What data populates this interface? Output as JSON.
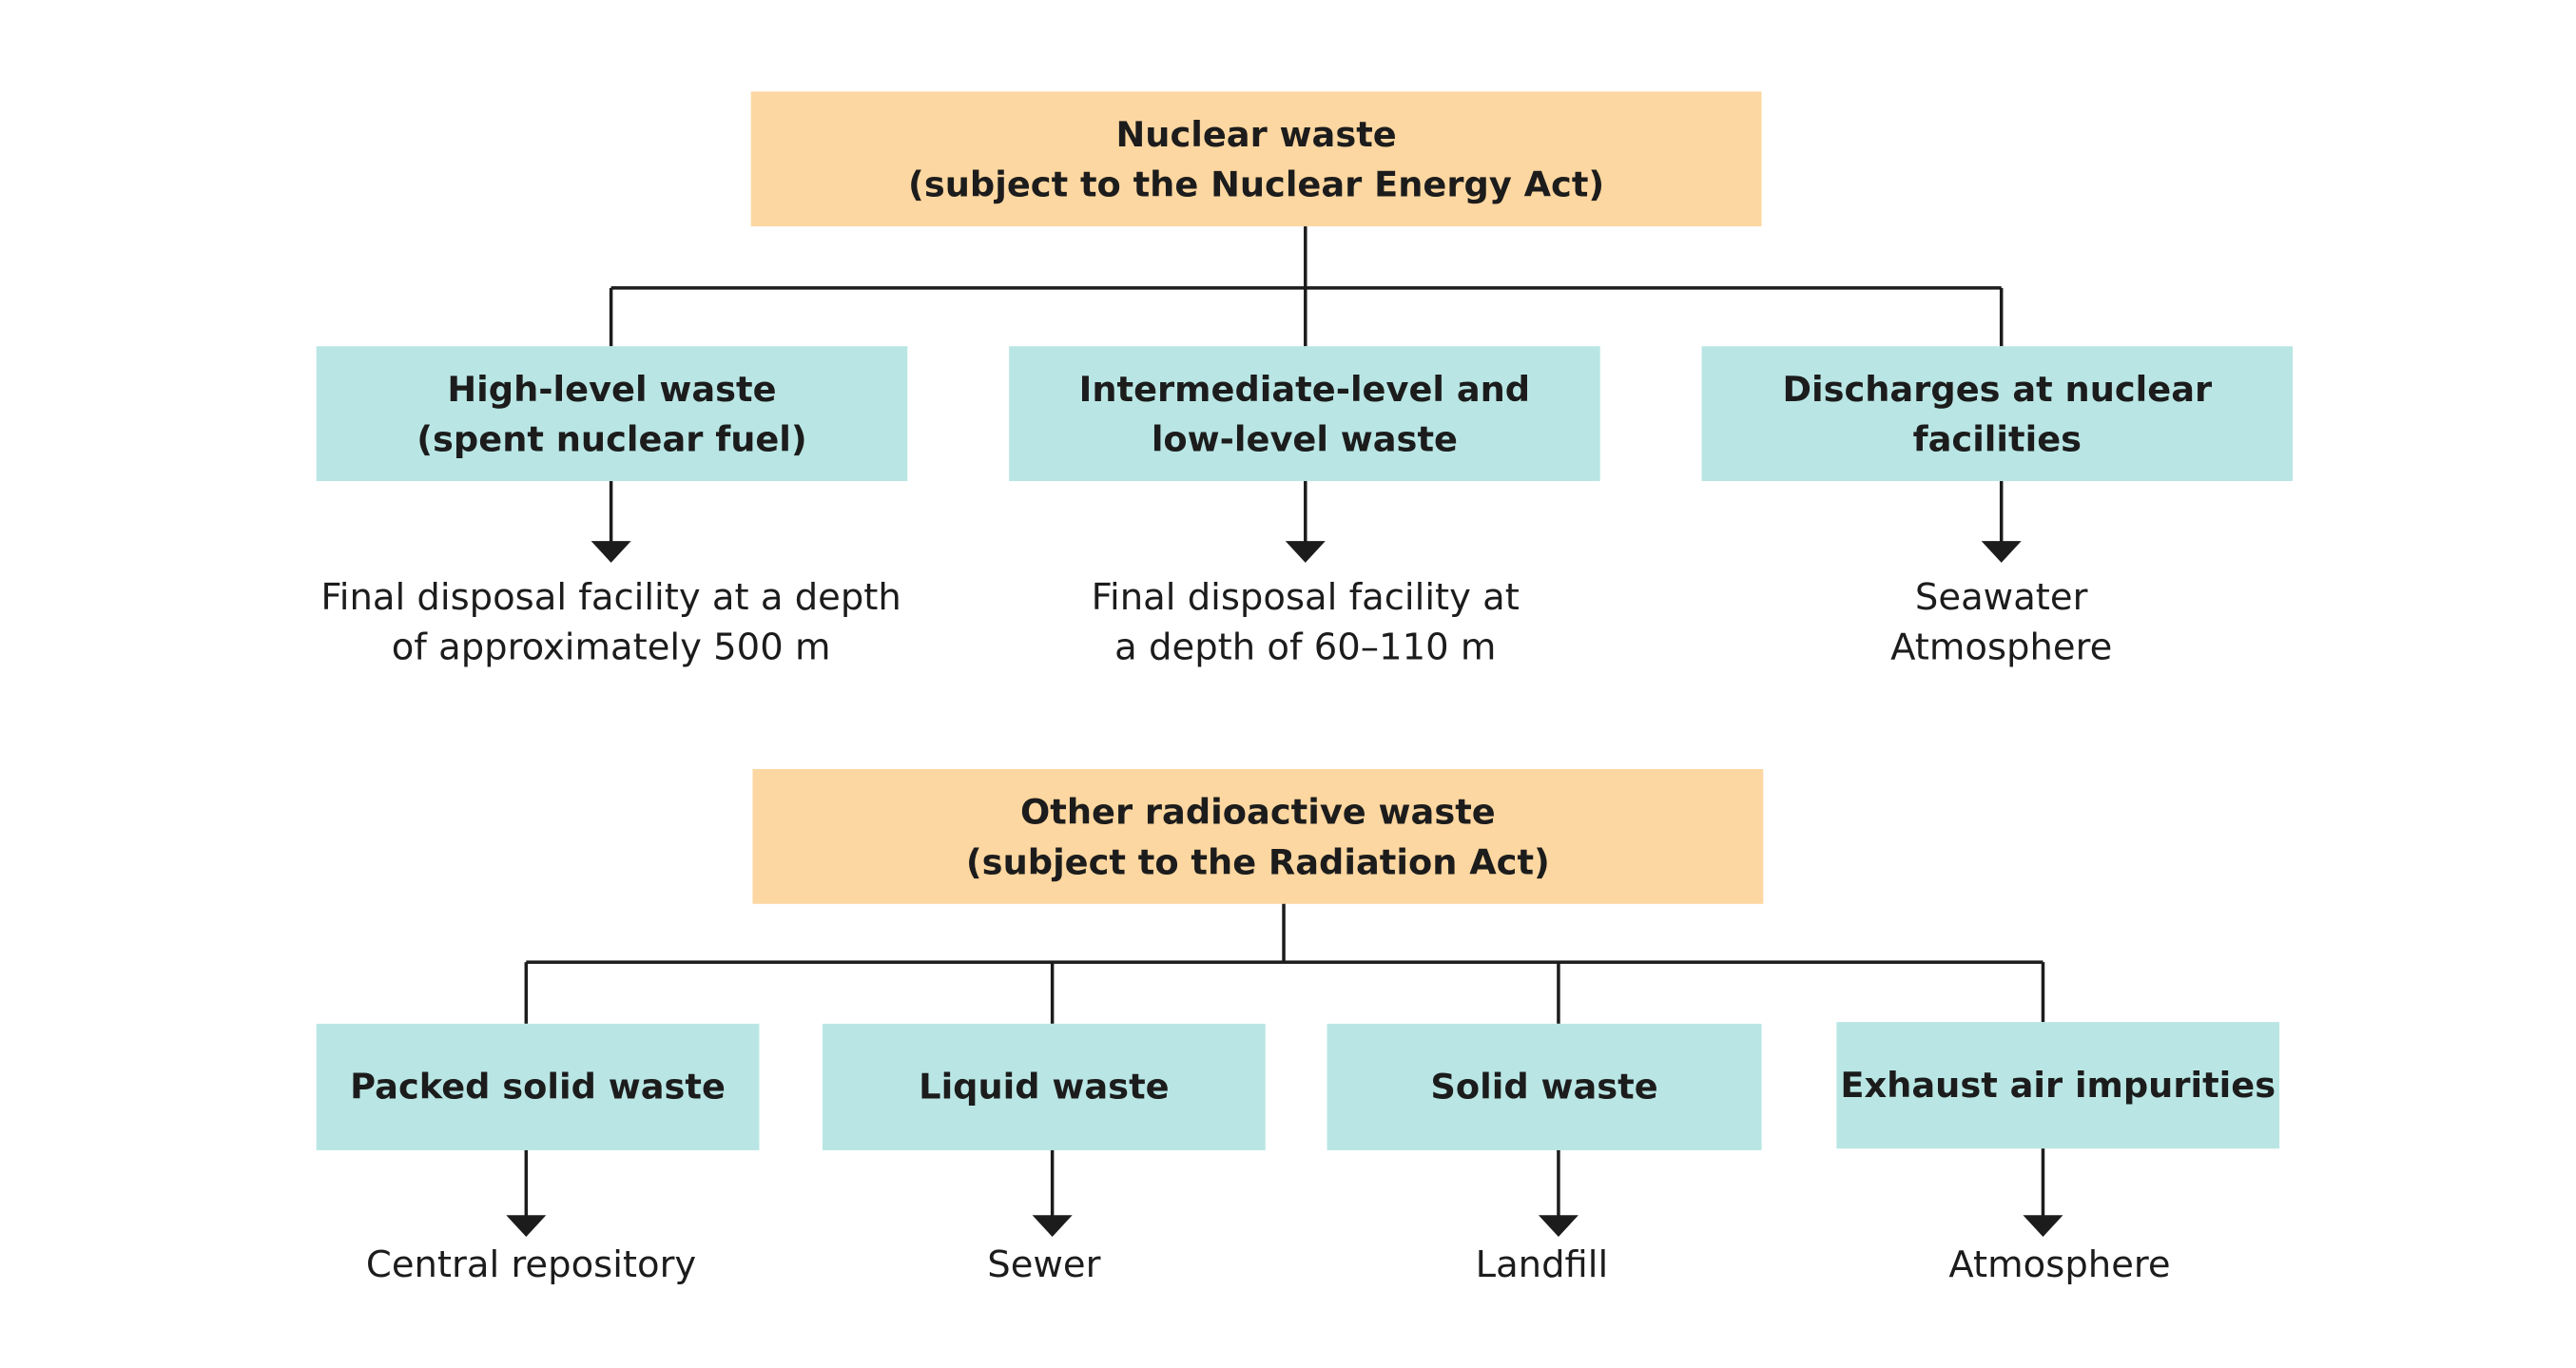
{
  "nuclear": {
    "root": "Nuclear waste\n(subject to the Nuclear Energy Act)",
    "categories": [
      {
        "label": "High-level waste\n(spent nuclear fuel)",
        "destination": "Final disposal facility at a depth\nof approximately 500 m"
      },
      {
        "label": "Intermediate-level and\nlow-level waste",
        "destination": "Final disposal facility at\na depth of 60–110 m"
      },
      {
        "label": "Discharges at nuclear facilities",
        "destination": "Seawater\nAtmosphere"
      }
    ]
  },
  "radiation": {
    "root": "Other radioactive waste\n(subject to the Radiation Act)",
    "categories": [
      {
        "label": "Packed solid waste",
        "destination": "Central repository"
      },
      {
        "label": "Liquid waste",
        "destination": "Sewer"
      },
      {
        "label": "Solid waste",
        "destination": "Landfill"
      },
      {
        "label": "Exhaust air impurities",
        "destination": "Atmosphere"
      }
    ]
  },
  "colors": {
    "root_box": "#fdd7a1",
    "category_box": "#b9e6e4",
    "connector": "#1c1c1c"
  }
}
